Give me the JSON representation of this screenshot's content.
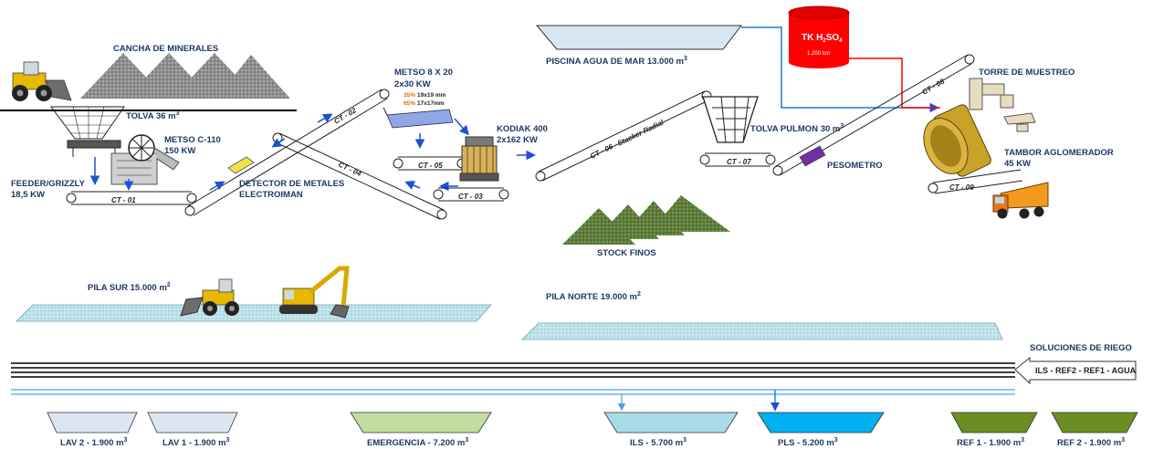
{
  "labels": {
    "cancha": "CANCHA DE MINERALES",
    "tolva36": "TOLVA 36 m",
    "tolva36_sup": "3",
    "metso_c110": "METSO C-110",
    "metso_c110_kw": "150 KW",
    "feeder": "FEEDER/GRIZZLY",
    "feeder_kw": "18,5 KW",
    "ct01": "CT - 01",
    "ct02": "CT - 02",
    "ct03": "CT - 03",
    "ct04": "CT - 04",
    "ct05": "CT - 05",
    "ct06": "CT - 06",
    "stacker": "Stacker Radial",
    "ct07": "CT - 07",
    "ct08": "CT - 08",
    "ct09": "CT - 09",
    "detector1": "DETECTOR DE METALES",
    "detector2": "ELECTROIMAN",
    "metso820": "METSO 8 X 20",
    "metso820_kw": "2x30 KW",
    "pct35": "35%",
    "mesh35": "19x19 mm",
    "pct65": "65%",
    "mesh65": "17x17mm",
    "kodiak": "KODIAK 400",
    "kodiak_kw": "2x162 KW",
    "piscina": "PISCINA AGUA DE MAR 13.000 m",
    "piscina_sup": "3",
    "tk_a": "TK H",
    "tk_sub1": "2",
    "tk_b": "SO",
    "tk_sub2": "4",
    "tk_cap": "1.200 ton",
    "torre": "TORRE DE MUESTREO",
    "tolva_pulmon": "TOLVA PULMON 30 m",
    "tolva_pulmon_sup": "3",
    "pesometro": "PESOMETRO",
    "tambor": "TAMBOR AGLOMERADOR",
    "tambor_kw": "45 KW",
    "stock_finos": "STOCK FINOS",
    "pila_sur": "PILA SUR 15.000 m",
    "pila_sur_sup": "2",
    "pila_norte": "PILA NORTE 19.000 m",
    "pila_norte_sup": "2",
    "soluciones": "SOLUCIONES DE RIEGO",
    "lines": "ILS - REF2 - REF1 - AGUA",
    "lav2": "LAV 2 - 1.900 m",
    "lav1": "LAV 1 - 1.900 m",
    "emergencia": "EMERGENCIA - 7.200 m",
    "ils": "ILS - 5.700 m",
    "pls": "PLS - 5.200 m",
    "ref1": "REF 1 - 1.900 m",
    "ref2": "REF 2 - 1.900 m",
    "cube": "3"
  },
  "colors": {
    "text": "#1f3864",
    "arrow": "#1f4fd8",
    "acid": "#ff0000",
    "water": "#1f78d1",
    "ils_pond": "#a8dbe8",
    "pls_pond": "#00b0f0",
    "ref_pond": "#6b8e23",
    "lav_pond": "#dce6f0",
    "emergencia_pond": "#c5dca0",
    "mineral": "#9a9a9a",
    "finos": "#5f7f3c"
  }
}
